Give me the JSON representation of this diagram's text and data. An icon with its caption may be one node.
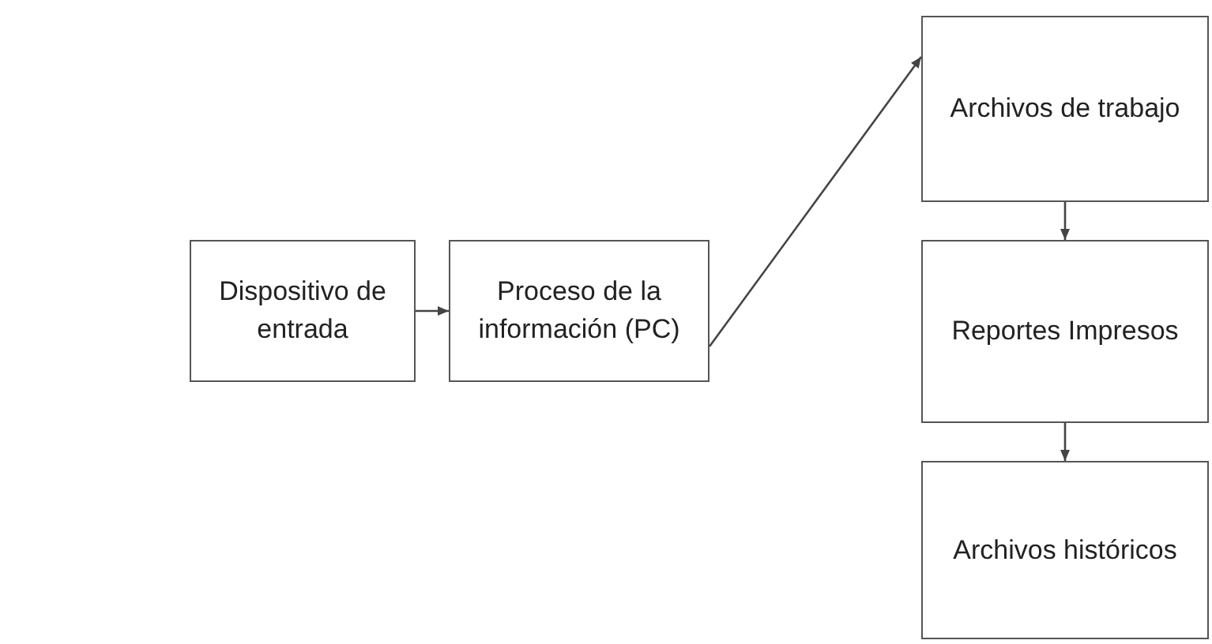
{
  "diagram": {
    "nodes": [
      {
        "text": [
          "Dispositivo de entrada"
        ]
      },
      {
        "text": [
          "Proceso de la información (PC)"
        ]
      },
      {
        "text": [
          "Archivos de trabajo"
        ]
      },
      {
        "text": [
          "Reportes Impresos"
        ]
      },
      {
        "text": [
          "Archivos históricos"
        ]
      }
    ],
    "edges": [
      {
        "from": 0,
        "to": 1,
        "arrow": "to"
      },
      {
        "from": 1,
        "to": 2,
        "arrow": "to"
      },
      {
        "from": 2,
        "to": 3,
        "arrow": "to"
      },
      {
        "from": 3,
        "to": 4,
        "arrow": "to"
      }
    ]
  }
}
